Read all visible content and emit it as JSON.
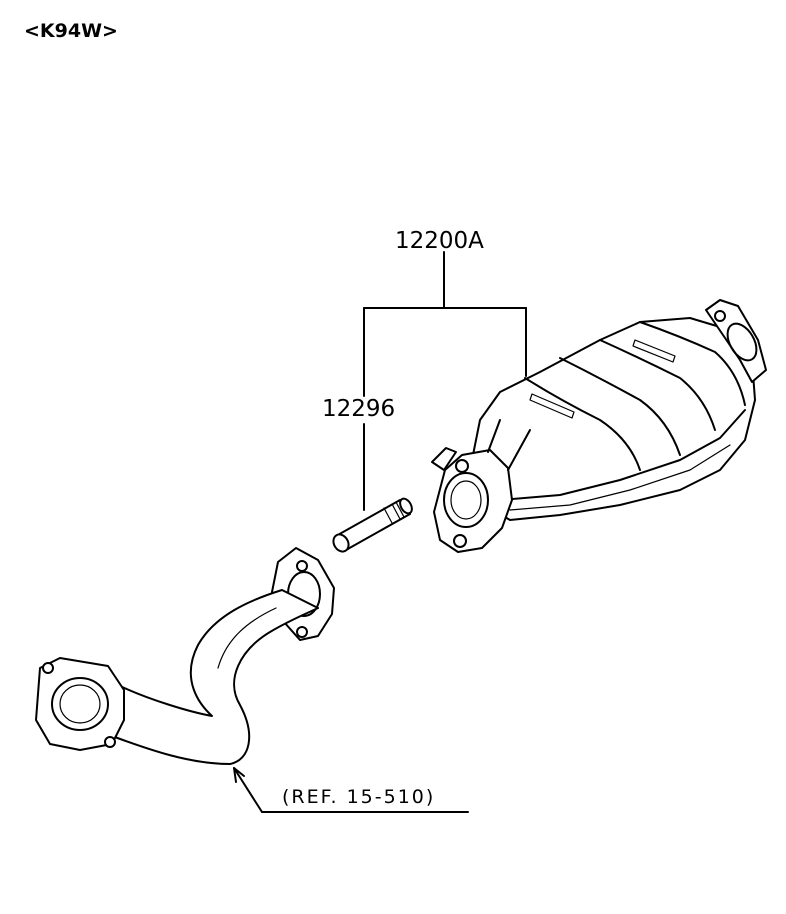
{
  "diagram": {
    "model_code": "<K94W>",
    "callouts": {
      "catalytic_converter_assy": "12200A",
      "stud": "12296",
      "front_pipe_ref": "(REF. 15-510)"
    }
  }
}
